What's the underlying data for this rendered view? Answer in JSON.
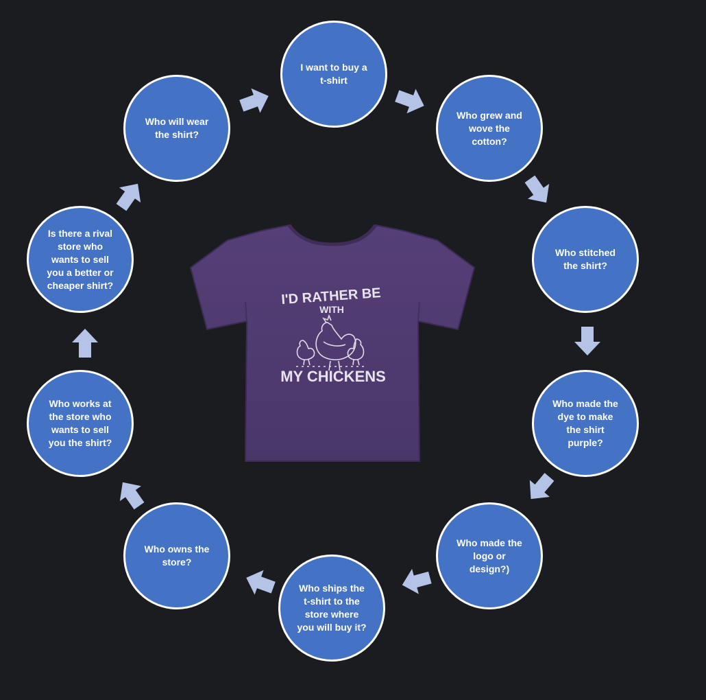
{
  "diagram": {
    "center_image": {
      "description_icon": "tshirt-icon",
      "print_line1": "I'D RATHER BE",
      "print_line2": "WITH",
      "print_line3": "MY CHICKENS"
    },
    "nodes": [
      {
        "id": "buy",
        "label": "I want to buy a\nt-shirt"
      },
      {
        "id": "cotton",
        "label": "Who grew and\nwove the\ncotton?"
      },
      {
        "id": "stitched",
        "label": "Who stitched\nthe shirt?"
      },
      {
        "id": "dye",
        "label": "Who made the\ndye to make\nthe shirt\npurple?"
      },
      {
        "id": "logo",
        "label": "Who made the\nlogo or\ndesign?)"
      },
      {
        "id": "ships",
        "label": "Who ships the\nt-shirt to the\nstore where\nyou will buy it?"
      },
      {
        "id": "owns",
        "label": "Who owns the\nstore?"
      },
      {
        "id": "works",
        "label": "Who works at\nthe store who\nwants to sell\nyou the shirt?"
      },
      {
        "id": "rival",
        "label": "Is there a rival\nstore who\nwants to sell\nyou a better or\ncheaper shirt?"
      },
      {
        "id": "wear",
        "label": "Who will wear\nthe shirt?"
      }
    ],
    "colors": {
      "node_fill": "#4472c4",
      "node_border": "#ffffff",
      "arrow_fill": "#b4c3e6",
      "shirt_color": "#4f3a6e",
      "background": "#1b1c1f"
    }
  }
}
